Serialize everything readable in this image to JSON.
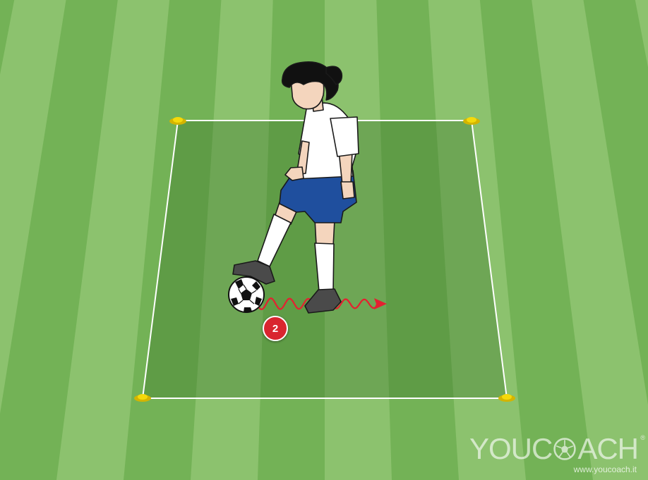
{
  "drill": {
    "step_number": "2"
  },
  "brand": {
    "logo_part_1": "YOUC",
    "logo_icon": "soccer-ball-icon",
    "logo_part_2": "ACH",
    "registered_mark": "®",
    "url": "www.youcoach.it"
  },
  "colors": {
    "stripe_light": "#8cc26e",
    "stripe_dark": "#73b256",
    "field_zone": "#5d9445",
    "cone": "#f5d90a",
    "dribble_path": "#e52030",
    "shorts": "#1f4f9e",
    "shirt": "#ffffff",
    "badge": "#d9252f"
  }
}
